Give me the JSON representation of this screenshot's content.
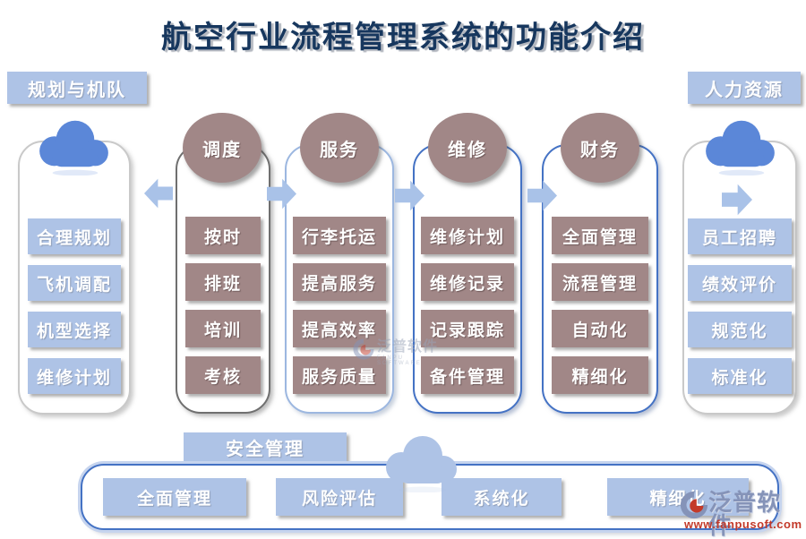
{
  "title": "航空行业流程管理系统的功能介绍",
  "groups": {
    "left": {
      "label": "规划与机队",
      "items": [
        "合理规划",
        "飞机调配",
        "机型选择",
        "维修计划"
      ]
    },
    "right": {
      "label": "人力资源",
      "items": [
        "员工招聘",
        "绩效评价",
        "规范化",
        "标准化"
      ]
    },
    "bottom": {
      "label": "安全管理",
      "items": [
        "全面管理",
        "风险评估",
        "系统化",
        "精细化"
      ]
    }
  },
  "columns": [
    {
      "header": "调度",
      "items": [
        "按时",
        "排班",
        "培训",
        "考核"
      ]
    },
    {
      "header": "服务",
      "items": [
        "行李托运",
        "提高服务",
        "提高效率",
        "服务质量"
      ]
    },
    {
      "header": "维修",
      "items": [
        "维修计划",
        "维修记录",
        "记录跟踪",
        "备件管理"
      ]
    },
    {
      "header": "财务",
      "items": [
        "全面管理",
        "流程管理",
        "自动化",
        "精细化"
      ]
    }
  ],
  "watermark": {
    "brand": "泛普软件",
    "url": "www.fanpusoft.com"
  },
  "center_watermark": {
    "brand": "泛普软件",
    "sub": "FANPU SOFTWARE"
  },
  "colors": {
    "periwinkle": "#aec3e6",
    "mauve": "#a18787",
    "title_navy": "#17375e",
    "blue_border": "#4472c4",
    "cloud_blue": "#5b87d8",
    "url_red": "#c33a2a"
  }
}
